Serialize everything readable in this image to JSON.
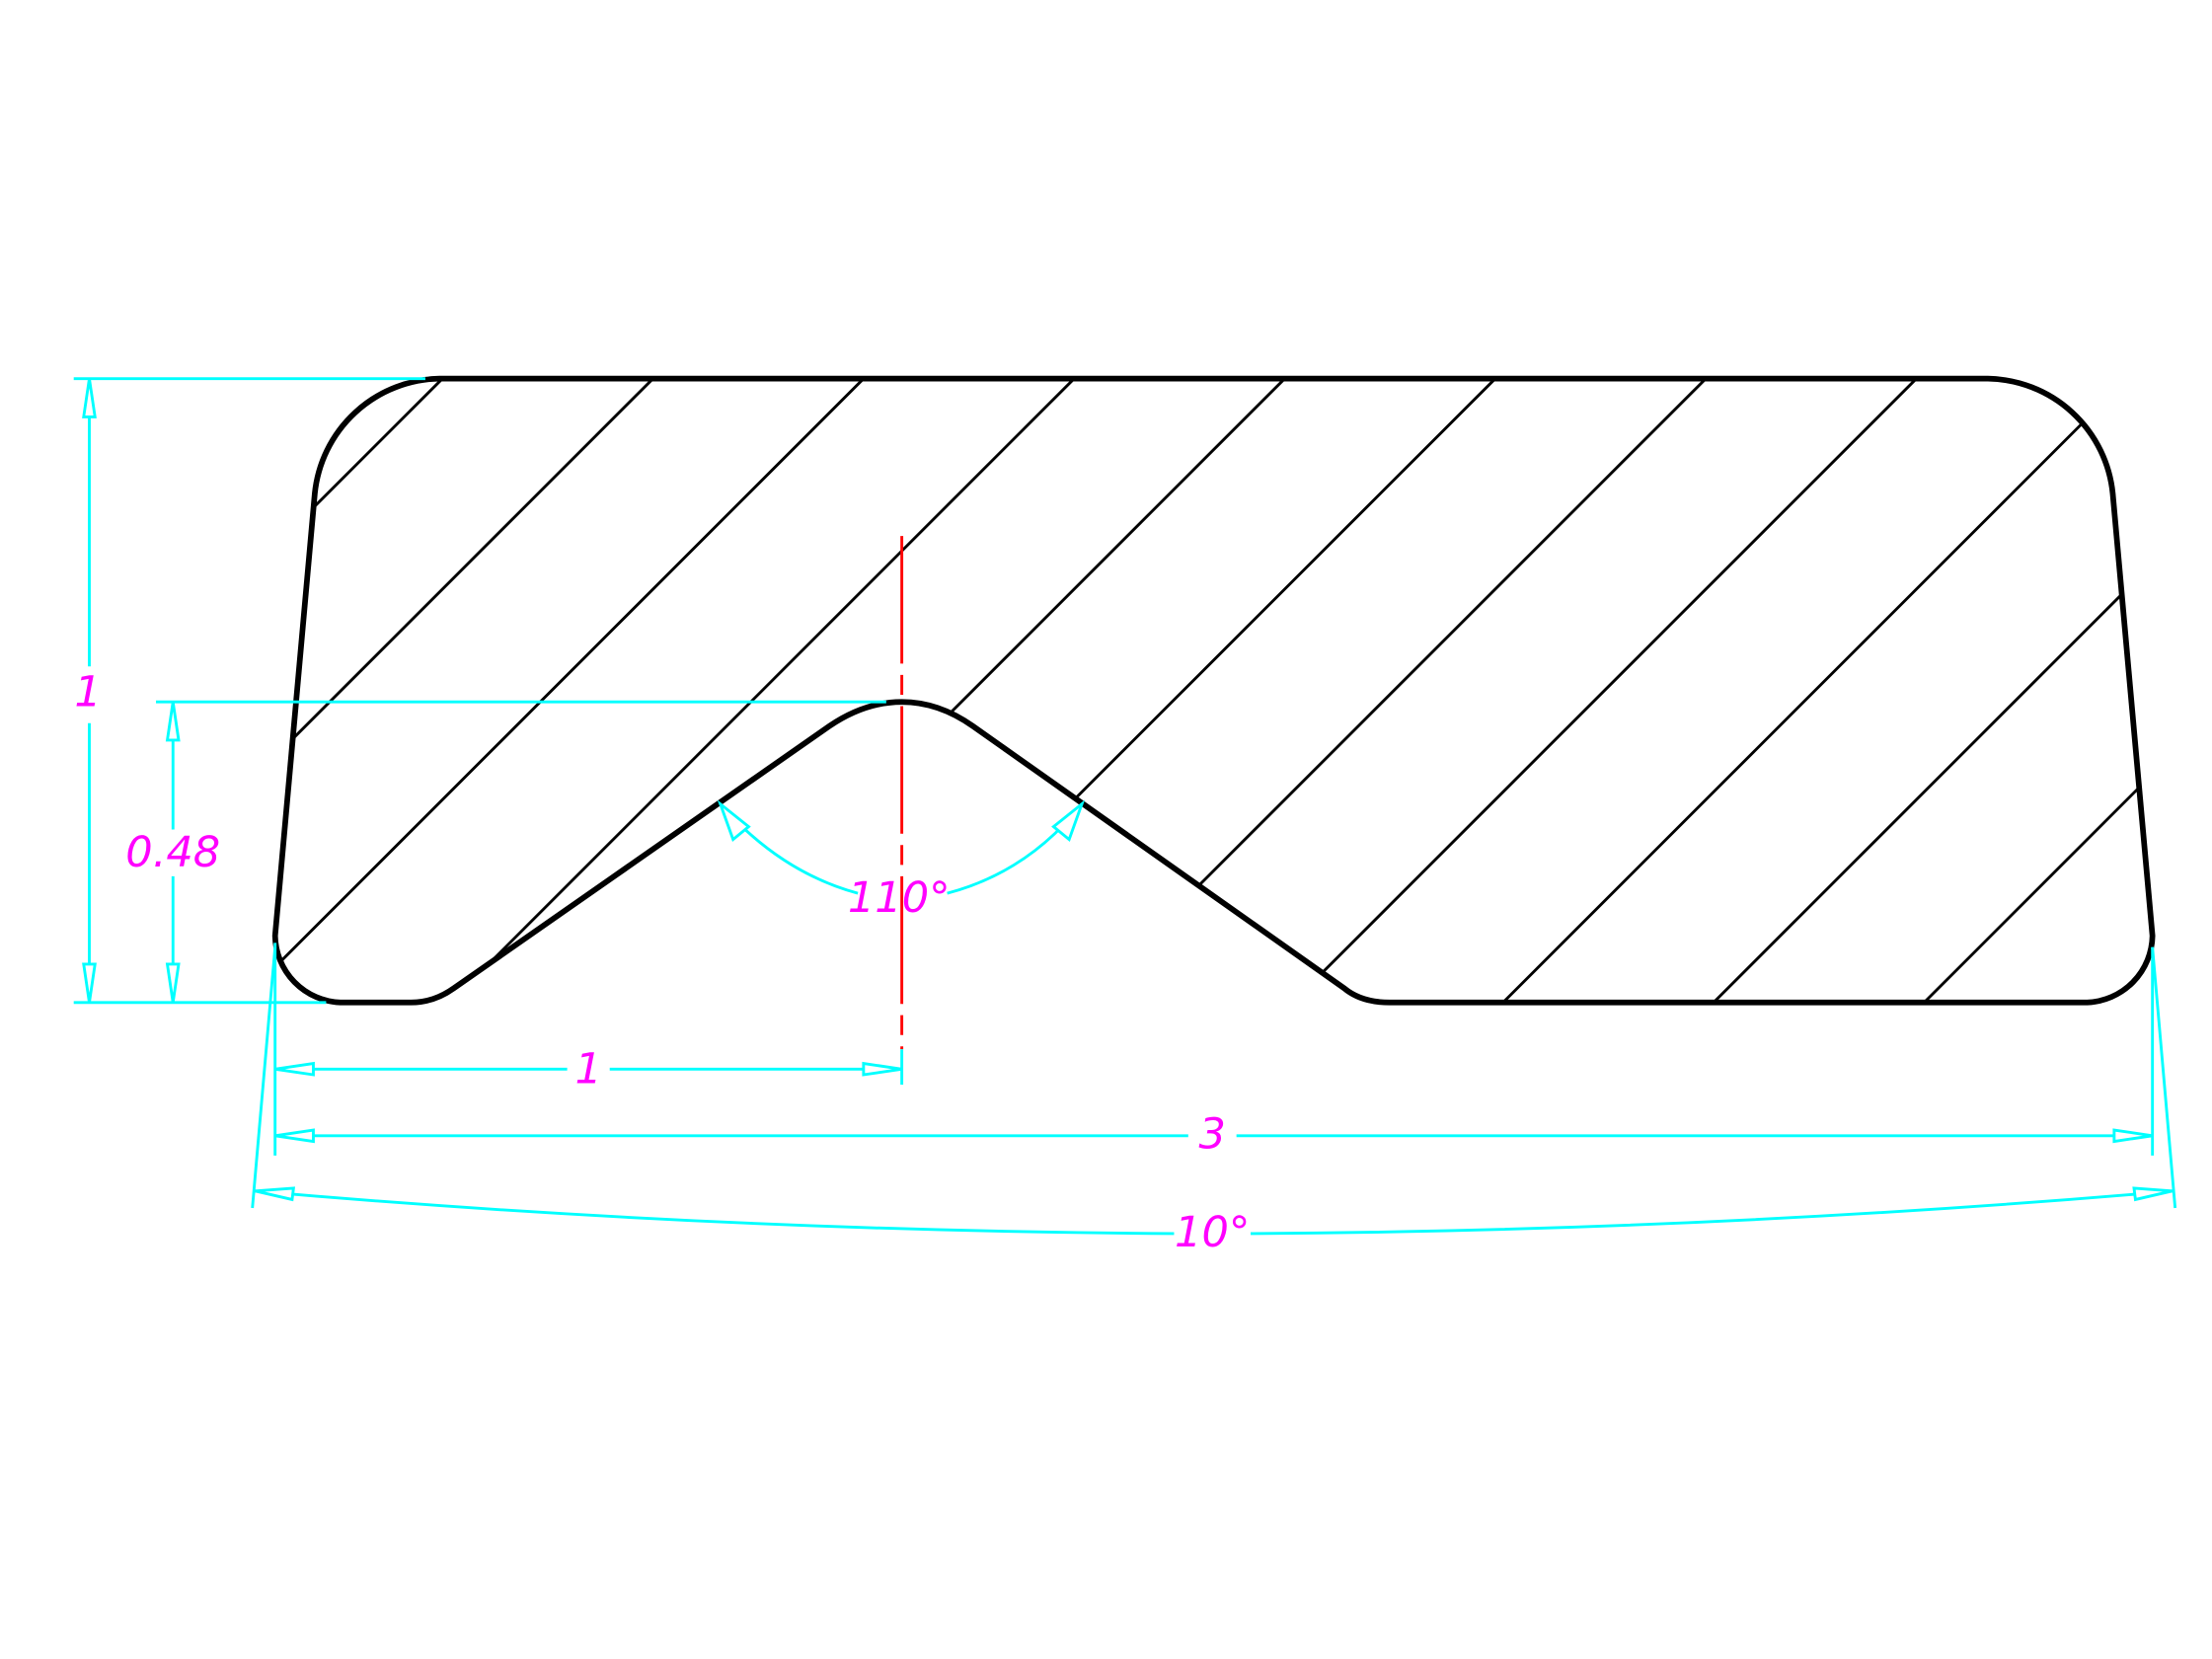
{
  "drawing": {
    "dimensions": {
      "overall_height": "1",
      "groove_depth": "0.48",
      "groove_offset": "1",
      "overall_width": "3",
      "groove_angle": "110°",
      "side_taper_angle": "10°"
    },
    "colors": {
      "outline": "#000000",
      "dimension_lines": "#00ffff",
      "dimension_text": "#ff00ff",
      "centerline": "#ff0000"
    }
  }
}
